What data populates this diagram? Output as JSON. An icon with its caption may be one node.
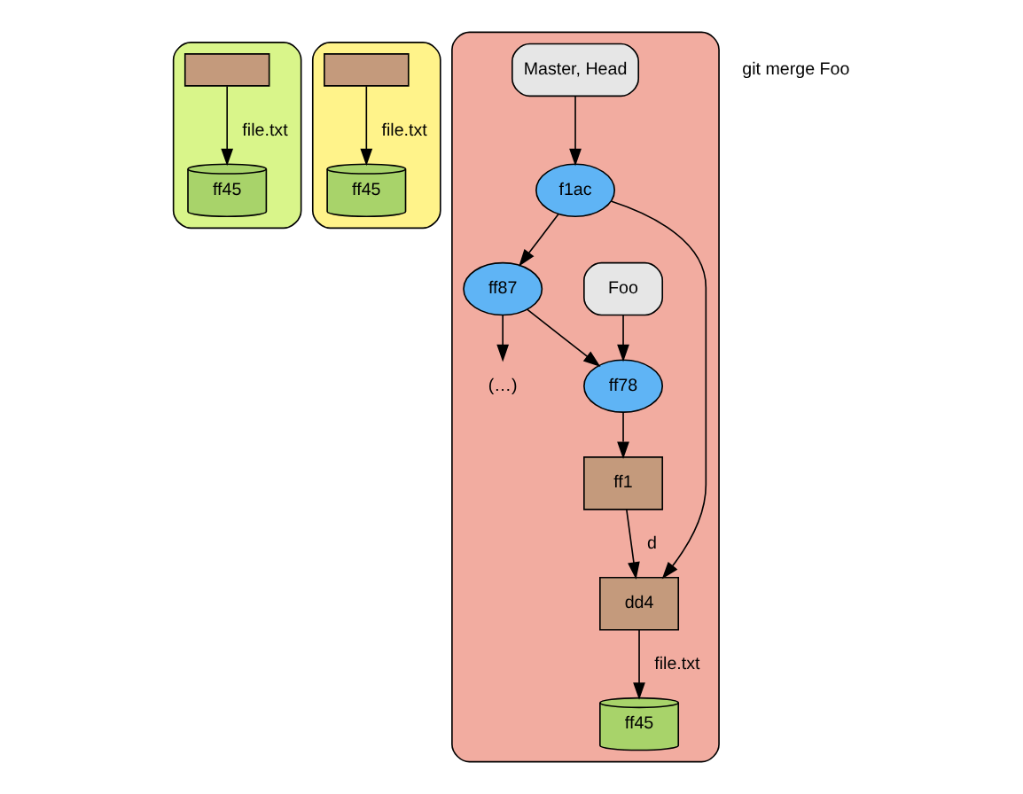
{
  "diagram": {
    "nodes": [
      {
        "text": [],
        "shape": "box"
      },
      {
        "text": [],
        "shape": "box",
        "in": 0
      },
      {
        "text": [
          "ff45"
        ],
        "in": 0
      },
      {
        "text": [],
        "shape": "box"
      },
      {
        "text": [],
        "shape": "box",
        "in": 3
      },
      {
        "text": [
          "ff45"
        ],
        "in": 3
      },
      {
        "text": [],
        "shape": "box"
      },
      {
        "text": [
          "ff78"
        ],
        "in": 6
      },
      {
        "text": [
          "Foo"
        ],
        "in": 6
      },
      {
        "text": [
          "ff1"
        ],
        "in": 6
      },
      {
        "text": [
          "ff87"
        ],
        "in": 6
      },
      {
        "text": [
          "(…)"
        ],
        "in": 6
      },
      {
        "text": [
          "f1ac"
        ],
        "in": 6
      },
      {
        "text": [
          "Master, Head"
        ],
        "in": 6
      },
      {
        "text": [
          "dd4"
        ],
        "in": 6
      },
      {
        "text": [
          "ff45"
        ],
        "in": 6
      }
    ],
    "edges": [
      {
        "from": 1,
        "to": 2,
        "arrow": "to",
        "label": "file.txt"
      },
      {
        "from": 4,
        "to": 5,
        "arrow": "to",
        "label": "file.txt"
      },
      {
        "from": 8,
        "to": 7,
        "arrow": "to"
      },
      {
        "from": 7,
        "to": 9,
        "arrow": "to"
      },
      {
        "from": 10,
        "to": 7,
        "arrow": "to"
      },
      {
        "from": 10,
        "to": 11,
        "arrow": "to"
      },
      {
        "from": 12,
        "to": 10,
        "arrow": "to"
      },
      {
        "from": 13,
        "to": 12,
        "arrow": "to"
      },
      {
        "from": 12,
        "to": 14,
        "arrow": "to"
      },
      {
        "from": 9,
        "to": 14,
        "arrow": "to",
        "label": "d"
      },
      {
        "from": 14,
        "to": 15,
        "arrow": "to",
        "label": "file.txt"
      }
    ],
    "labels": [
      "git merge Foo"
    ]
  }
}
